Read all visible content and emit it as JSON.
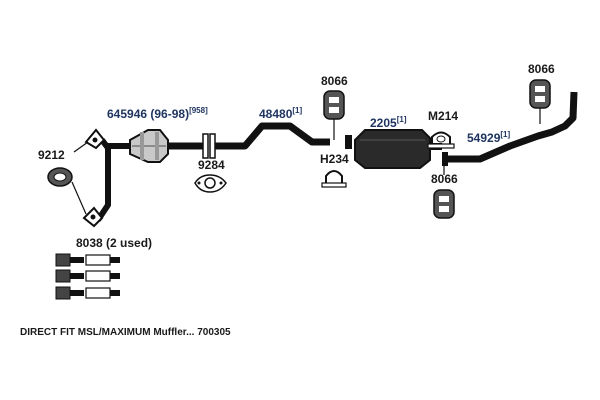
{
  "parts": {
    "part_9212": "9212",
    "part_645946": "645946 (96-98)",
    "part_645946_ref": "[958]",
    "part_9284": "9284",
    "part_48480": "48480",
    "part_48480_ref": "[1]",
    "part_8066_a": "8066",
    "part_h234": "H234",
    "part_2205": "2205",
    "part_2205_ref": "[1]",
    "part_m214": "M214",
    "part_54929": "54929",
    "part_54929_ref": "[1]",
    "part_8066_b": "8066",
    "part_8066_c": "8066",
    "part_8038": "8038 (2 used)"
  },
  "caption": "DIRECT FIT MSL/MAXIMUM Muffler... 700305",
  "colors": {
    "pipe": "#111111",
    "label_blue": "#1f3560",
    "label_dark": "#1a1a1a",
    "part_gray": "#7a7a7a"
  }
}
